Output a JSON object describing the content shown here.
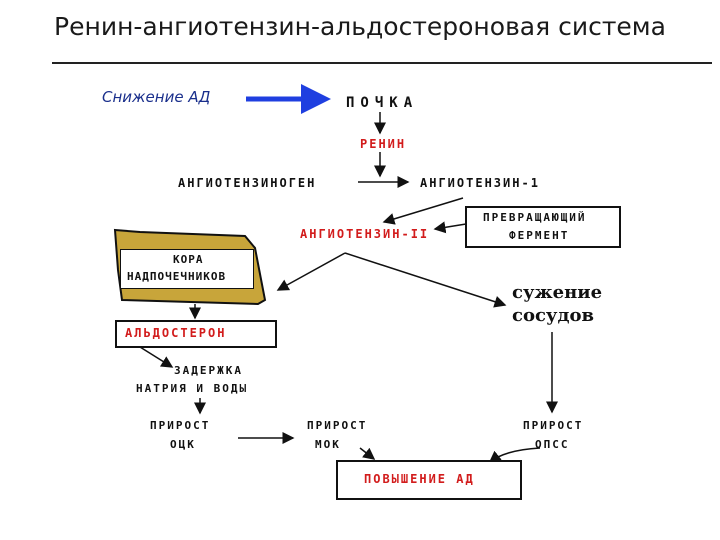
{
  "title": "Ренин-ангиотензин-альдостероновая система",
  "trigger": "Снижение АД",
  "nodes": {
    "kidney": "ПОЧКА",
    "renin": "РЕНИН",
    "angiotensinogen": "АНГИОТЕНЗИНОГЕН",
    "angiotensin1": "АНГИОТЕНЗИН-1",
    "enzyme_line1": "ПРЕВРАЩАЮЩИЙ",
    "enzyme_line2": "ФЕРМЕНТ",
    "angiotensin2": "АНГИОТЕНЗИН-II",
    "cortex_line1": "КОРА",
    "cortex_line2": "НАДПОЧЕЧНИКОВ",
    "aldosterone": "АЛЬДОСТЕРОН",
    "retention_line1": "ЗАДЕРЖКА",
    "retention_line2": "НАТРИЯ И ВОДЫ",
    "vaso_line1": "сужение",
    "vaso_line2": "сосудов",
    "bcv_line1": "ПРИРОСТ",
    "bcv_line2": "ОЦК",
    "mov_line1": "ПРИРОСТ",
    "mov_line2": "МОК",
    "tpr_line1": "ПРИРОСТ",
    "tpr_line2": "ОПСС",
    "bp_rise": "ПОВЫШЕНИЕ АД"
  },
  "colors": {
    "accent_red": "#d21c1c",
    "trigger_blue": "#1a2f8c",
    "arrow_blue": "#1f3fe0",
    "cortex_fill": "#c8a53a"
  }
}
